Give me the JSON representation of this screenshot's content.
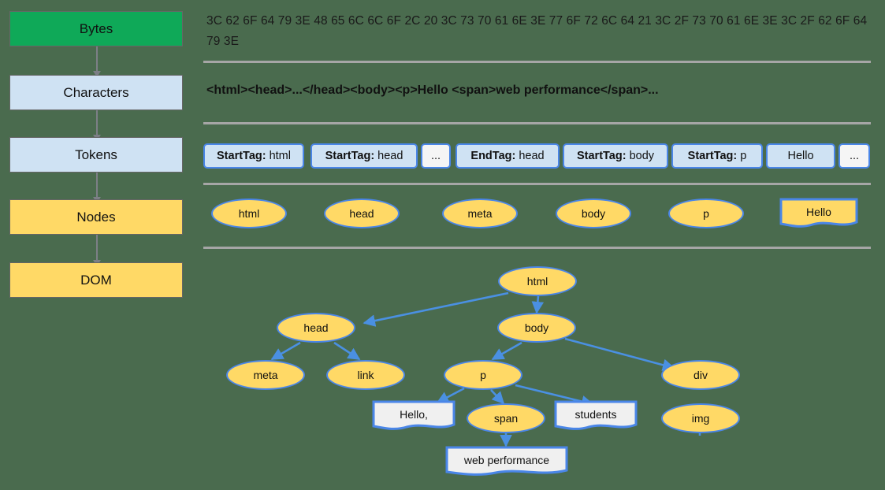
{
  "theme": {
    "background": "#4a6b4e",
    "green": "#0fa958",
    "light_blue": "#cfe2f3",
    "yellow": "#ffd966",
    "node_border_blue": "#4a86e8",
    "edge_blue": "#4a90e2",
    "divider_gray": "#a6a6a6",
    "pipeline_arrow_gray": "#7c7f86",
    "text_node_fill": "#f0f0f0"
  },
  "pipeline": {
    "stages": [
      {
        "label": "Bytes",
        "fill": "green"
      },
      {
        "label": "Characters",
        "fill": "blue"
      },
      {
        "label": "Tokens",
        "fill": "blue"
      },
      {
        "label": "Nodes",
        "fill": "yellow"
      },
      {
        "label": "DOM",
        "fill": "yellow"
      }
    ]
  },
  "bytes": {
    "text": "3C 62 6F 64 79 3E 48 65 6C 6C 6F 2C 20 3C 73 70 61 6E 3E 77 6F 72 6C 64 21 3C 2F 73 70 61 6E 3E 3C 2F 62 6F 64 79 3E"
  },
  "characters": {
    "text": "<html><head>...</head><body><p>Hello <span>web performance</span>..."
  },
  "tokens": {
    "items": [
      {
        "prefix": "StartTag:",
        "value": "html",
        "style": "chip"
      },
      {
        "prefix": "StartTag:",
        "value": "head",
        "style": "chip"
      },
      {
        "prefix": "",
        "value": "...",
        "style": "plain"
      },
      {
        "prefix": "EndTag:",
        "value": "head",
        "style": "chip"
      },
      {
        "prefix": "StartTag:",
        "value": "body",
        "style": "chip"
      },
      {
        "prefix": "StartTag:",
        "value": "p",
        "style": "chip"
      },
      {
        "prefix": "",
        "value": "Hello",
        "style": "chip"
      },
      {
        "prefix": "",
        "value": "...",
        "style": "plain"
      }
    ]
  },
  "nodes": {
    "items": [
      {
        "label": "html",
        "shape": "ellipse"
      },
      {
        "label": "head",
        "shape": "ellipse"
      },
      {
        "label": "meta",
        "shape": "ellipse"
      },
      {
        "label": "body",
        "shape": "ellipse"
      },
      {
        "label": "p",
        "shape": "ellipse"
      },
      {
        "label": "Hello",
        "shape": "note-yellow"
      }
    ]
  },
  "dom_tree": {
    "nodes": [
      {
        "id": "html",
        "label": "html",
        "shape": "ellipse"
      },
      {
        "id": "head",
        "label": "head",
        "shape": "ellipse"
      },
      {
        "id": "body",
        "label": "body",
        "shape": "ellipse"
      },
      {
        "id": "meta",
        "label": "meta",
        "shape": "ellipse"
      },
      {
        "id": "link",
        "label": "link",
        "shape": "ellipse"
      },
      {
        "id": "p",
        "label": "p",
        "shape": "ellipse"
      },
      {
        "id": "div",
        "label": "div",
        "shape": "ellipse"
      },
      {
        "id": "span",
        "label": "span",
        "shape": "ellipse"
      },
      {
        "id": "img",
        "label": "img",
        "shape": "ellipse"
      },
      {
        "id": "hello",
        "label": "Hello,",
        "shape": "note"
      },
      {
        "id": "students",
        "label": "students",
        "shape": "note"
      },
      {
        "id": "webperf",
        "label": "web performance",
        "shape": "note"
      }
    ],
    "edges": [
      {
        "from": "html",
        "to": "head"
      },
      {
        "from": "html",
        "to": "body"
      },
      {
        "from": "head",
        "to": "meta"
      },
      {
        "from": "head",
        "to": "link"
      },
      {
        "from": "body",
        "to": "p"
      },
      {
        "from": "body",
        "to": "div"
      },
      {
        "from": "p",
        "to": "hello"
      },
      {
        "from": "p",
        "to": "span"
      },
      {
        "from": "p",
        "to": "students"
      },
      {
        "from": "div",
        "to": "img"
      },
      {
        "from": "span",
        "to": "webperf"
      }
    ]
  }
}
